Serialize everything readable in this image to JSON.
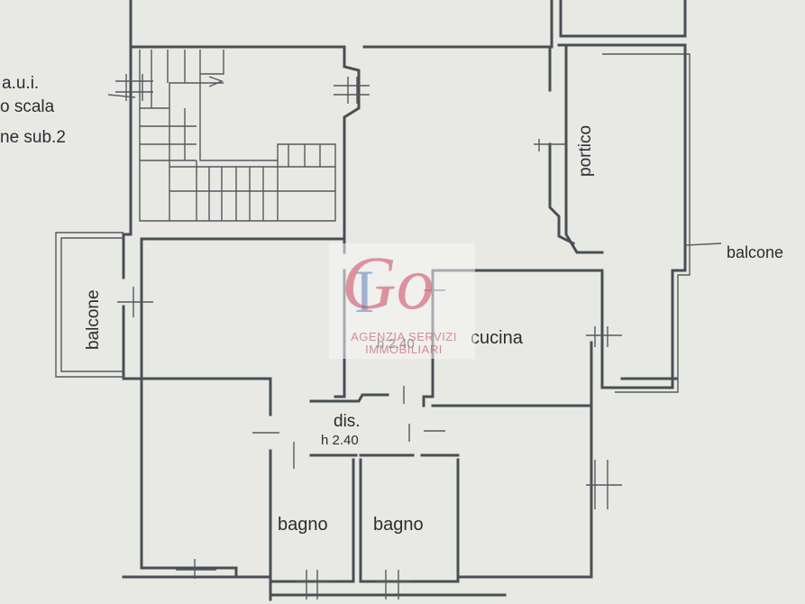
{
  "labels": {
    "left_note_line1": "a.u.i.",
    "left_note_line2": "o scala",
    "left_note_line3": "ne sub.2",
    "portico": "portico",
    "balcone_right": "balcone",
    "balcone_left": "balcone",
    "cucina": "cucina",
    "height_living": "h 2.40",
    "dis": "dis.",
    "height_dis": "h 2.40",
    "bagno_left": "bagno",
    "bagno_right": "bagno"
  },
  "watermark": {
    "mark": "Go",
    "line1": "AGENZIA SERVIZI",
    "line2": "IMMOBILIARI",
    "brand_color": "#cc465c",
    "accent_color": "#3c64aa"
  }
}
